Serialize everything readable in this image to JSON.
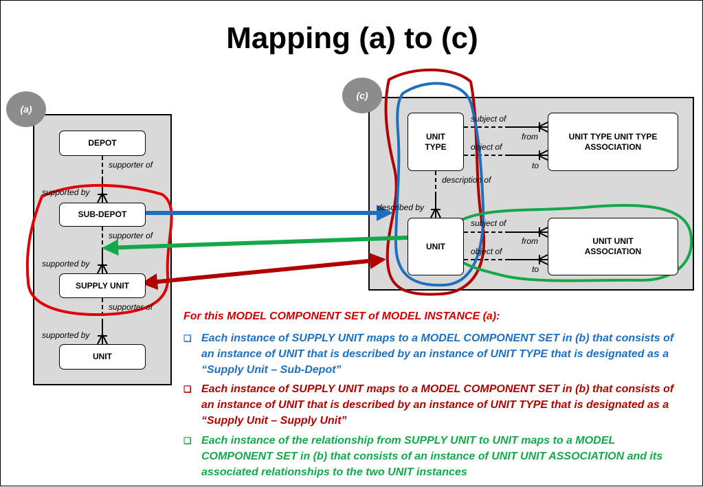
{
  "title": "Mapping (a) to (c)",
  "panel_a": {
    "badge": "(a)",
    "entities": {
      "depot": "DEPOT",
      "sub_depot": "SUB-DEPOT",
      "supply_unit": "SUPPLY UNIT",
      "unit": "UNIT"
    },
    "relationships": {
      "supporter_of_1": "supporter of",
      "supported_by_1": "supported by",
      "supporter_of_2": "supporter of",
      "supported_by_2": "supported by",
      "supporter_of_3": "supporter of",
      "supported_by_3": "supported by"
    }
  },
  "panel_c": {
    "badge": "(c)",
    "entities": {
      "unit_type": "UNIT TYPE",
      "unit_type_assoc": "UNIT TYPE UNIT TYPE ASSOCIATION",
      "unit": "UNIT",
      "unit_unit_assoc": "UNIT UNIT ASSOCIATION"
    },
    "relationships": {
      "subject_of_1": "subject of",
      "object_of_1": "object of",
      "from_1": "from",
      "to_1": "to",
      "description_of": "description of",
      "described_by": "described by",
      "subject_of_2": "subject of",
      "object_of_2": "object of",
      "from_2": "from",
      "to_2": "to"
    }
  },
  "text": {
    "heading": "For this MODEL COMPONENT SET of MODEL INSTANCE (a):",
    "bullet_icon": "❑",
    "bullet_blue": "Each instance of SUPPLY UNIT maps to a MODEL COMPONENT SET in (b) that consists of an instance of UNIT that is described by an instance of UNIT TYPE that is designated as a “Supply Unit – Sub-Depot”",
    "bullet_red": "Each instance of SUPPLY UNIT maps to a MODEL COMPONENT SET in (b) that consists of an instance of UNIT that is described by an instance of UNIT TYPE that is designated as a “Supply Unit – Supply Unit”",
    "bullet_green": "Each instance of the relationship from SUPPLY UNIT  to UNIT maps to a MODEL COMPONENT SET in (b) that consists of an instance of UNIT UNIT ASSOCIATION and its associated relationships to the two UNIT instances"
  },
  "colors": {
    "red": "#cc0000",
    "dark_red": "#b00000",
    "blue": "#1f6fbf",
    "green": "#15a84a",
    "panel": "#d9d9d9",
    "badge": "#8c8c8c"
  }
}
